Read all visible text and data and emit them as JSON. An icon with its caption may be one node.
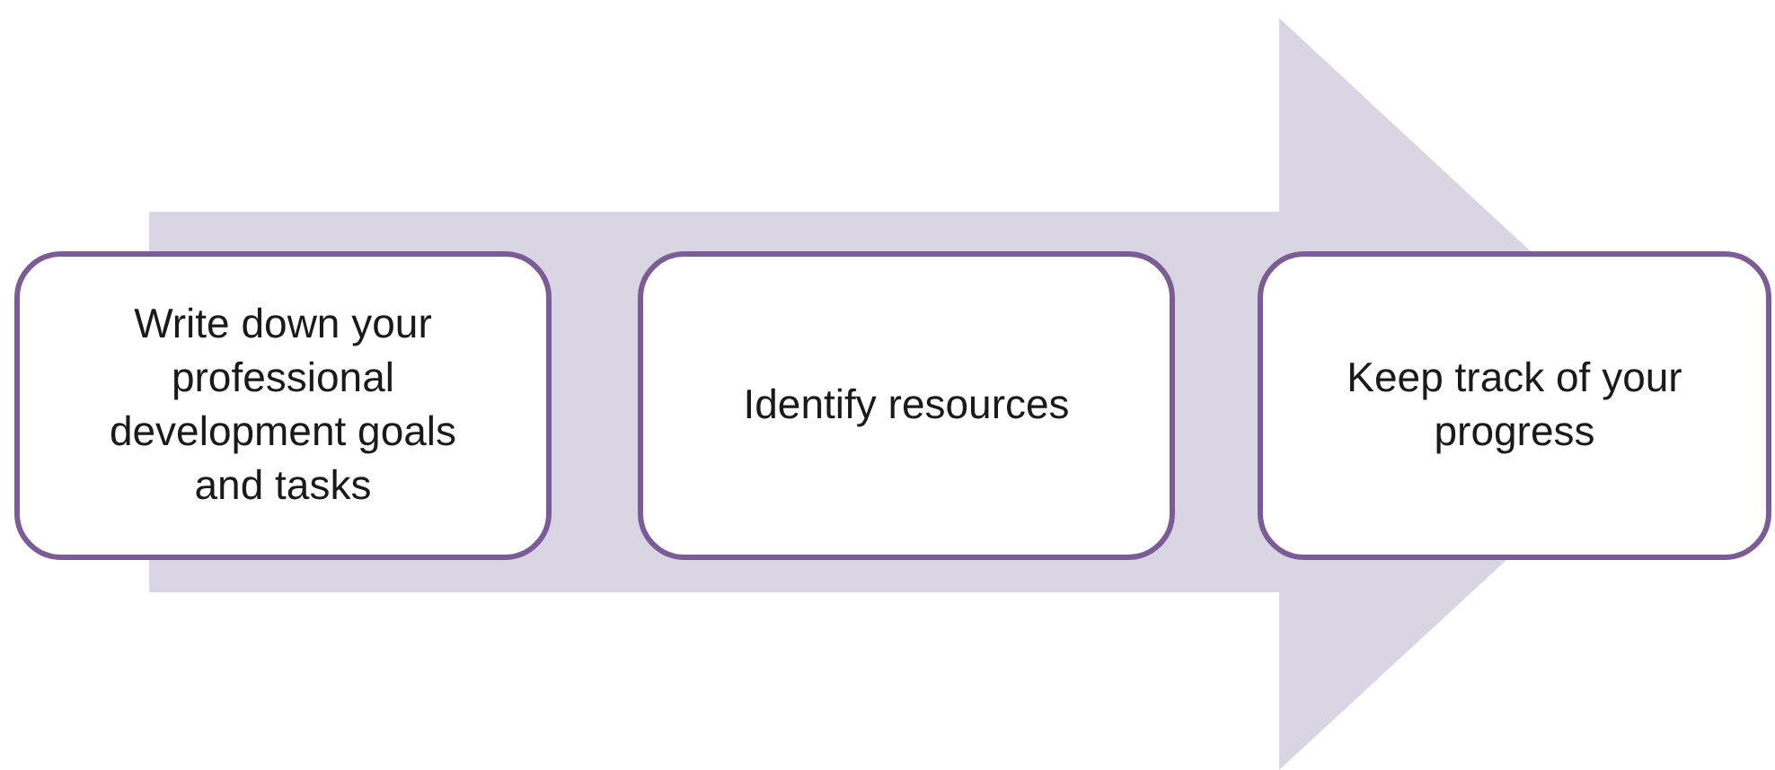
{
  "diagram": {
    "nodes": [
      {
        "text": [
          "Write down your professional development goals and tasks"
        ]
      },
      {
        "text": [
          "Identify resources"
        ]
      },
      {
        "text": [
          "Keep track of your progress"
        ]
      }
    ],
    "edges": [
      {
        "from": 0,
        "to": 2,
        "arrow": "to"
      }
    ]
  }
}
